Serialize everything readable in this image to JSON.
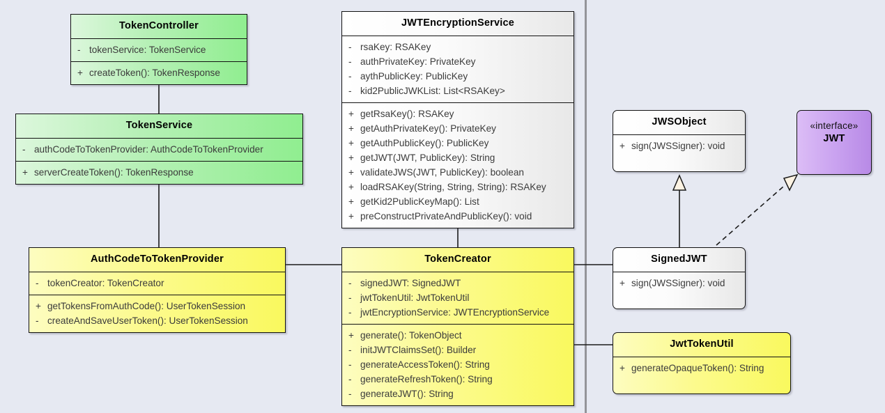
{
  "diagram": {
    "type": "uml-class-diagram",
    "background_color": "#e6e9f2",
    "divider_color": "#949499",
    "edge_color": "#1a1a1a",
    "arrowhead_fill": "#fdf3e3"
  },
  "classes": {
    "token_controller": {
      "name": "TokenController",
      "fill": "#90ee90",
      "attributes": [
        {
          "vis": "-",
          "sig": "tokenService: TokenService"
        }
      ],
      "methods": [
        {
          "vis": "+",
          "sig": "createToken(): TokenResponse"
        }
      ]
    },
    "token_service": {
      "name": "TokenService",
      "fill": "#90ee90",
      "attributes": [
        {
          "vis": "-",
          "sig": "authCodeToTokenProvider: AuthCodeToTokenProvider"
        }
      ],
      "methods": [
        {
          "vis": "+",
          "sig": "serverCreateToken(): TokenResponse"
        }
      ]
    },
    "jwt_encryption_service": {
      "name": "JWTEncryptionService",
      "fill": "#ffffff",
      "attributes": [
        {
          "vis": "-",
          "sig": "rsaKey: RSAKey"
        },
        {
          "vis": "-",
          "sig": "authPrivateKey: PrivateKey"
        },
        {
          "vis": "-",
          "sig": "aythPublicKey: PublicKey"
        },
        {
          "vis": "-",
          "sig": "kid2PublicJWKList: List<RSAKey>"
        }
      ],
      "methods": [
        {
          "vis": "+",
          "sig": "getRsaKey(): RSAKey"
        },
        {
          "vis": "+",
          "sig": "getAuthPrivateKey(): PrivateKey"
        },
        {
          "vis": "+",
          "sig": "getAuthPublicKey(): PublicKey"
        },
        {
          "vis": "+",
          "sig": "getJWT(JWT, PublicKey): String"
        },
        {
          "vis": "+",
          "sig": "validateJWS(JWT, PublicKey): boolean"
        },
        {
          "vis": "+",
          "sig": "loadRSAKey(String, String, String): RSAKey"
        },
        {
          "vis": "+",
          "sig": "getKid2PublicKeyMap(): List"
        },
        {
          "vis": "+",
          "sig": "preConstructPrivateAndPublicKey(): void"
        }
      ]
    },
    "auth_code_to_token_provider": {
      "name": "AuthCodeToTokenProvider",
      "fill": "#f9f95e",
      "attributes": [
        {
          "vis": "-",
          "sig": "tokenCreator: TokenCreator"
        }
      ],
      "methods": [
        {
          "vis": "+",
          "sig": "getTokensFromAuthCode(): UserTokenSession"
        },
        {
          "vis": "-",
          "sig": "createAndSaveUserToken(): UserTokenSession"
        }
      ]
    },
    "token_creator": {
      "name": "TokenCreator",
      "fill": "#f9f95e",
      "attributes": [
        {
          "vis": "-",
          "sig": "signedJWT: SignedJWT"
        },
        {
          "vis": "-",
          "sig": "jwtTokenUtil: JwtTokenUtil"
        },
        {
          "vis": "-",
          "sig": "jwtEncryptionService: JWTEncryptionService"
        }
      ],
      "methods": [
        {
          "vis": "+",
          "sig": "generate(): TokenObject"
        },
        {
          "vis": "-",
          "sig": "initJWTClaimsSet(): Builder"
        },
        {
          "vis": "-",
          "sig": "generateAccessToken(): String"
        },
        {
          "vis": "-",
          "sig": "generateRefreshToken(): String"
        },
        {
          "vis": "-",
          "sig": "generateJWT(): String"
        }
      ]
    },
    "jws_object": {
      "name": "JWSObject",
      "fill": "#ffffff",
      "methods": [
        {
          "vis": "+",
          "sig": "sign(JWSSigner): void"
        }
      ]
    },
    "jwt_interface": {
      "name": "JWT",
      "stereotype": "«interface»",
      "fill": "#b88ae6"
    },
    "signed_jwt": {
      "name": "SignedJWT",
      "fill": "#ffffff",
      "methods": [
        {
          "vis": "+",
          "sig": "sign(JWSSigner): void"
        }
      ]
    },
    "jwt_token_util": {
      "name": "JwtTokenUtil",
      "fill": "#f9f95e",
      "methods": [
        {
          "vis": "+",
          "sig": "generateOpaqueToken(): String"
        }
      ]
    }
  },
  "relationships": [
    {
      "from": "TokenController",
      "to": "TokenService",
      "kind": "association"
    },
    {
      "from": "TokenService",
      "to": "AuthCodeToTokenProvider",
      "kind": "association"
    },
    {
      "from": "AuthCodeToTokenProvider",
      "to": "TokenCreator",
      "kind": "association"
    },
    {
      "from": "JWTEncryptionService",
      "to": "TokenCreator",
      "kind": "association"
    },
    {
      "from": "TokenCreator",
      "to": "SignedJWT",
      "kind": "association"
    },
    {
      "from": "TokenCreator",
      "to": "JwtTokenUtil",
      "kind": "association"
    },
    {
      "from": "SignedJWT",
      "to": "JWSObject",
      "kind": "generalization"
    },
    {
      "from": "SignedJWT",
      "to": "JWT",
      "kind": "realization"
    }
  ]
}
